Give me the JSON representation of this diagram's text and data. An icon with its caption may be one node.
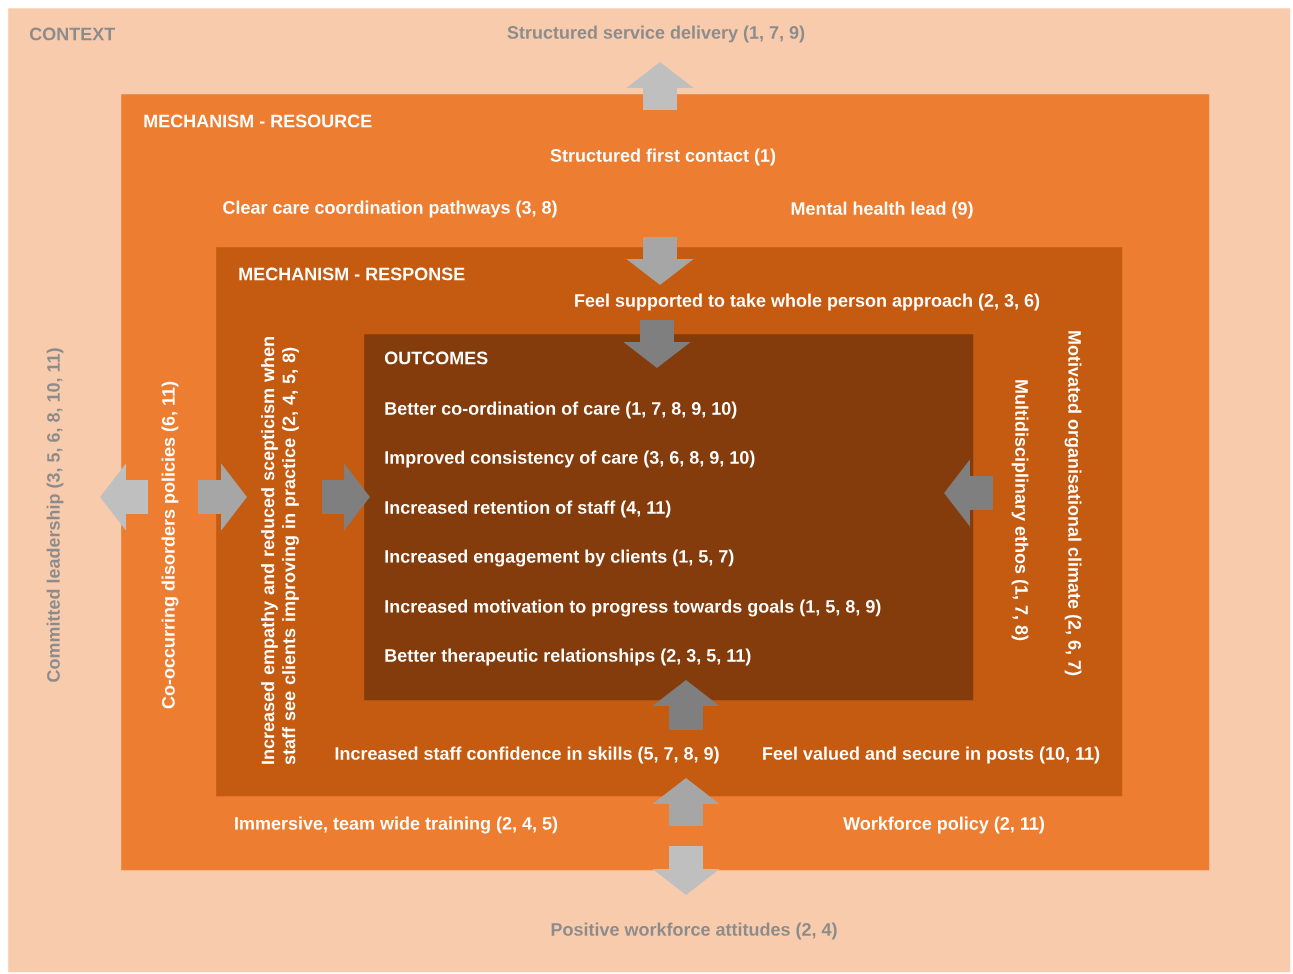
{
  "diagram": {
    "nodes": [
      {
        "text": [
          "CONTEXT",
          "Structured service delivery (1, 7, 9)",
          "Committed leadership (3, 5, 6, 8, 10, 11)",
          "Positive workforce attitudes (2, 4)"
        ]
      },
      {
        "text": [
          "MECHANISM - RESOURCE",
          "Structured first contact (1)",
          "Clear care coordination pathways (3, 8)",
          "Mental health lead (9)",
          "Co-occurring disorders policies (6, 11)",
          "Immersive, team wide training (2, 4, 5)",
          "Workforce policy (2, 11)"
        ],
        "in": 0
      },
      {
        "text": [
          "MECHANISM - RESPONSE",
          "Feel supported to take whole person approach (2, 3, 6)",
          "Increased empathy and reduced scepticism when staff see clients improving in practice (2, 4, 5, 8)",
          "Increased staff confidence in skills (5, 7, 8, 9)",
          "Feel valued and secure in posts (10, 11)",
          "Multidisciplinary ethos (1, 7, 8)",
          "Motivated organisational climate (2, 6, 7)"
        ],
        "in": 1
      },
      {
        "text": [
          "OUTCOMES",
          "Better co-ordination of care (1, 7, 8, 9, 10)",
          "Improved consistency of care (3, 6, 8, 9, 10)",
          "Increased retention of staff (4, 11)",
          "Increased engagement by clients (1, 5, 7)",
          "Increased motivation to progress towards goals (1, 5, 8, 9)",
          "Better therapeutic relationships (2, 3, 5, 11)"
        ],
        "in": 2
      }
    ]
  }
}
